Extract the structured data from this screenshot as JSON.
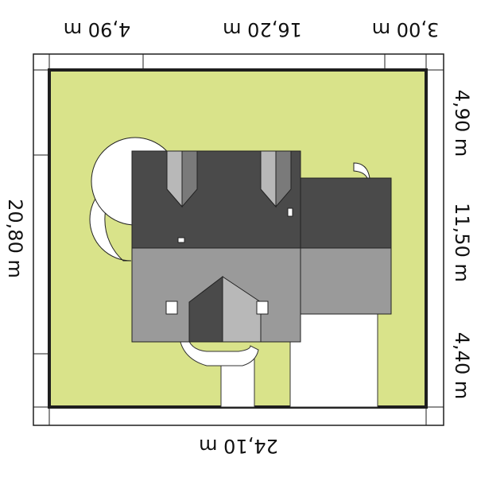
{
  "dimensions": {
    "top_left": "4,90 m",
    "top_middle": "16,20 m",
    "top_right": "3,00 m",
    "bottom": "24,10 m",
    "left": "20,80 m",
    "right_top": "4,90 m",
    "right_middle": "11,50 m",
    "right_bottom": "4,40 m"
  },
  "colors": {
    "lot": "#d9e38a",
    "border": "#1e1e1e",
    "roof_dark": "#4a4a4a",
    "roof_light": "#9a9a9a",
    "roof_gable_light": "#b8b8b8",
    "paving": "#ffffff"
  }
}
